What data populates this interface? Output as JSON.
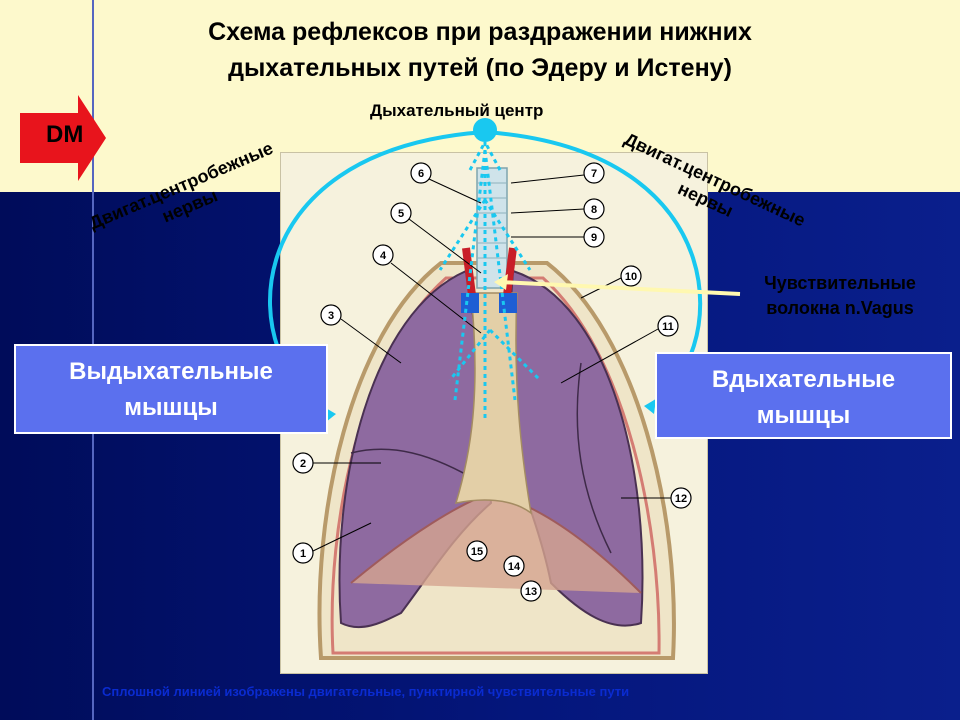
{
  "title": {
    "line1": "Схема рефлексов при раздражении нижних",
    "line2": "дыхательных путей (по Эдеру и Истену)"
  },
  "badge": {
    "label": "DM"
  },
  "respiratory_center": "Дыхательный центр",
  "efferent_left": {
    "line1": "Двигат.центробежные",
    "line2": "нервы"
  },
  "efferent_right": {
    "line1": "Двигат.центробежные",
    "line2": "нервы"
  },
  "sensory_fibers": {
    "line1": "Чувствительные",
    "line2": "волокна n.Vagus"
  },
  "expiratory_box": {
    "line1": "Выдыхательные",
    "line2": "мышцы"
  },
  "inspiratory_box": {
    "line1": "Вдыхательные",
    "line2": "мышцы"
  },
  "figure_labels": [
    "1",
    "2",
    "3",
    "4",
    "5",
    "6",
    "7",
    "8",
    "9",
    "10",
    "11",
    "12",
    "13",
    "14",
    "15"
  ],
  "footnote": "Сплошной линией изображены двигательные, пунктирной чувствительные пути",
  "colors": {
    "top_band": "#fdf9cc",
    "background": "#000c5a",
    "pathway": "#19c8f0",
    "box_fill": "#5b70ee",
    "badge_red": "#e8141c",
    "lung": "#8e6aa0"
  }
}
